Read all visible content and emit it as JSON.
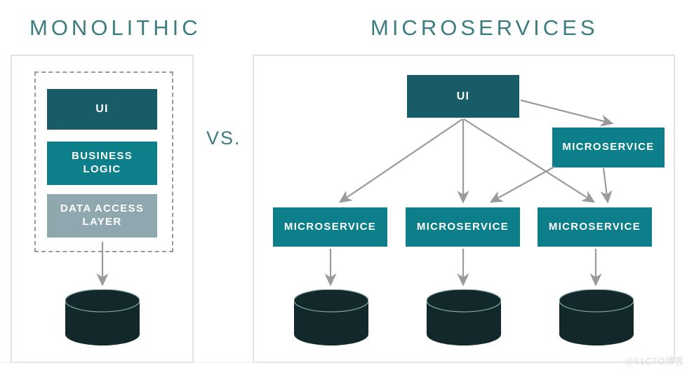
{
  "diagram": {
    "type": "architecture-comparison",
    "background": "#ffffff",
    "colors": {
      "title": "#3d7d80",
      "box_dark_teal": "#175c67",
      "box_teal": "#0d7f8b",
      "box_gray_blue": "#8fa8b0",
      "database": "#12282b",
      "database_rim": "#7fa8a8",
      "arrow": "#9a9a9a",
      "panel_border": "#e2e2e2",
      "dashed_border": "#9a9a9a",
      "box_label": "#ffffff"
    }
  },
  "left_panel": {
    "title": "MONOLITHIC",
    "boxes": [
      {
        "label": "UI",
        "color": "#175c67"
      },
      {
        "label": "BUSINESS LOGIC",
        "line1": "BUSINESS",
        "line2": "LOGIC",
        "color": "#0d7f8b"
      },
      {
        "label": "DATA ACCESS LAYER",
        "line1": "DATA ACCESS",
        "line2": "LAYER",
        "color": "#8fa8b0"
      }
    ],
    "database": {
      "name": "database-cylinder",
      "count": 1
    }
  },
  "separator": {
    "label": "VS."
  },
  "right_panel": {
    "title": "MICROSERVICES",
    "ui_box": {
      "label": "UI",
      "color": "#175c67"
    },
    "service_boxes": [
      {
        "label": "MICROSERVICE",
        "position": "top-right",
        "color": "#0d7f8b"
      },
      {
        "label": "MICROSERVICE",
        "position": "bottom-left",
        "color": "#0d7f8b"
      },
      {
        "label": "MICROSERVICE",
        "position": "bottom-center",
        "color": "#0d7f8b"
      },
      {
        "label": "MICROSERVICE",
        "position": "bottom-right",
        "color": "#0d7f8b"
      }
    ],
    "databases": {
      "name": "database-cylinder",
      "count": 3
    },
    "connections": [
      {
        "from": "UI",
        "to": "MICROSERVICE bottom-left"
      },
      {
        "from": "UI",
        "to": "MICROSERVICE bottom-center"
      },
      {
        "from": "UI",
        "to": "MICROSERVICE bottom-right"
      },
      {
        "from": "UI",
        "to": "MICROSERVICE top-right"
      },
      {
        "from": "MICROSERVICE top-right",
        "to": "MICROSERVICE bottom-center"
      },
      {
        "from": "MICROSERVICE top-right",
        "to": "MICROSERVICE bottom-right"
      },
      {
        "from": "MICROSERVICE bottom-left",
        "to": "database 1"
      },
      {
        "from": "MICROSERVICE bottom-center",
        "to": "database 2"
      },
      {
        "from": "MICROSERVICE bottom-right",
        "to": "database 3"
      }
    ]
  },
  "watermark": {
    "text": "@51CTO博客"
  }
}
